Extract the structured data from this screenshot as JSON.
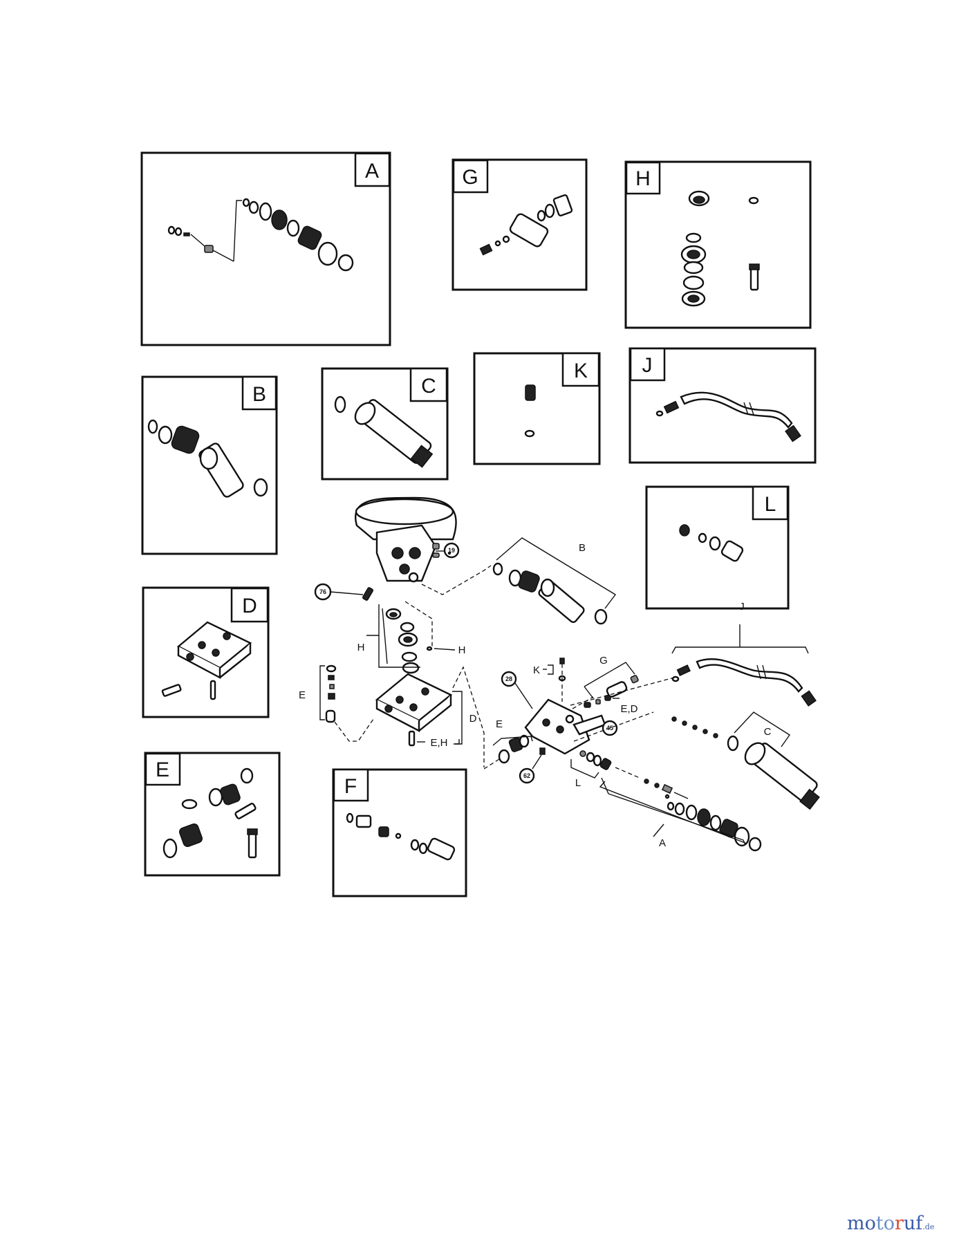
{
  "panels": {
    "A": "A",
    "B": "B",
    "C": "C",
    "D": "D",
    "E": "E",
    "F": "F",
    "G": "G",
    "H": "H",
    "J": "J",
    "K": "K",
    "L": "L"
  },
  "callouts": {
    "c19": "19",
    "c76": "76",
    "c28": "28",
    "c45": "45",
    "c62": "62"
  },
  "assembly_labels": {
    "b": "B",
    "h_left": "H",
    "h_right": "H",
    "e_top": "E",
    "d": "D",
    "eh": "E,H",
    "k": "K",
    "g": "G",
    "ed": "E,D",
    "j": "J",
    "e_low": "E",
    "c": "C",
    "l": "L",
    "a": "A"
  },
  "brand": {
    "part1": "mo",
    "part2": "to",
    "part3": "r",
    "part4": "uf",
    "tld": ".de"
  }
}
